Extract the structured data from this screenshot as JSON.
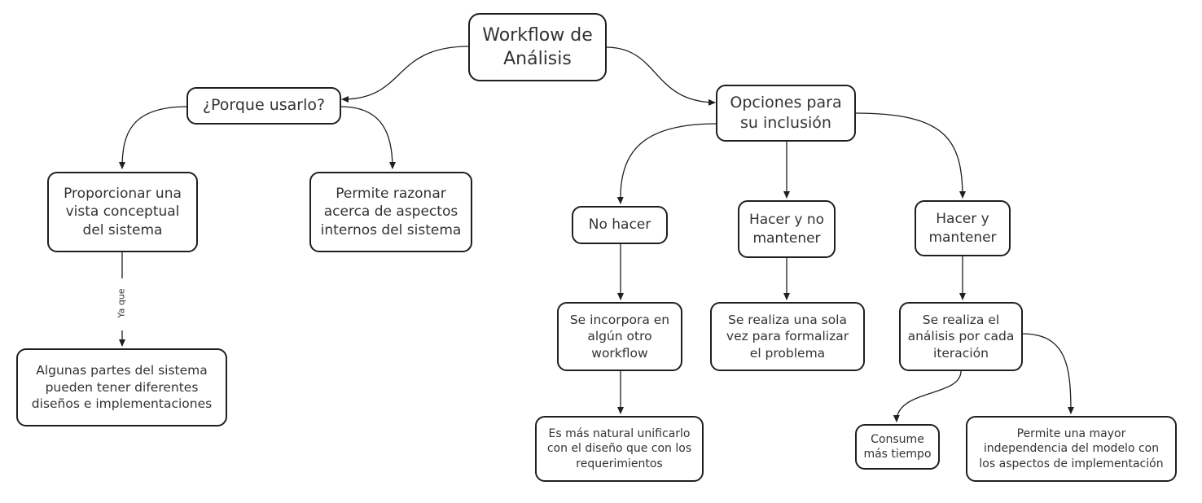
{
  "diagram": {
    "root": "Workflow de\nAnálisis",
    "why": {
      "title": "¿Porque usarlo?",
      "conceptual_view": "Proporcionar una\nvista conceptual\ndel sistema",
      "reasoning": "Permite razonar\nacerca de aspectos\ninternos del sistema",
      "edge_label": "Ya que",
      "parts": "Algunas partes del sistema\npueden tener diferentes\ndiseños e implementaciones"
    },
    "options": {
      "title": "Opciones para\nsu inclusión",
      "no_do": {
        "title": "No hacer",
        "detail": "Se incorpora en\nalgún otro\nworkflow",
        "sub": "Es más natural unificarlo\ncon el diseño que con los\nrequerimientos"
      },
      "do_no_maintain": {
        "title": "Hacer y no\nmantener",
        "detail": "Se realiza una sola\nvez para formalizar\nel problema"
      },
      "do_maintain": {
        "title": "Hacer y\nmantener",
        "detail": "Se realiza el\nanálisis por cada\niteración",
        "time": "Consume\nmás tiempo",
        "independence": "Permite una mayor\nindependencia del modelo con\nlos aspectos de implementación"
      }
    }
  },
  "colors": {
    "stroke": "#1f1f1f",
    "text": "#333333",
    "background": "#ffffff"
  }
}
